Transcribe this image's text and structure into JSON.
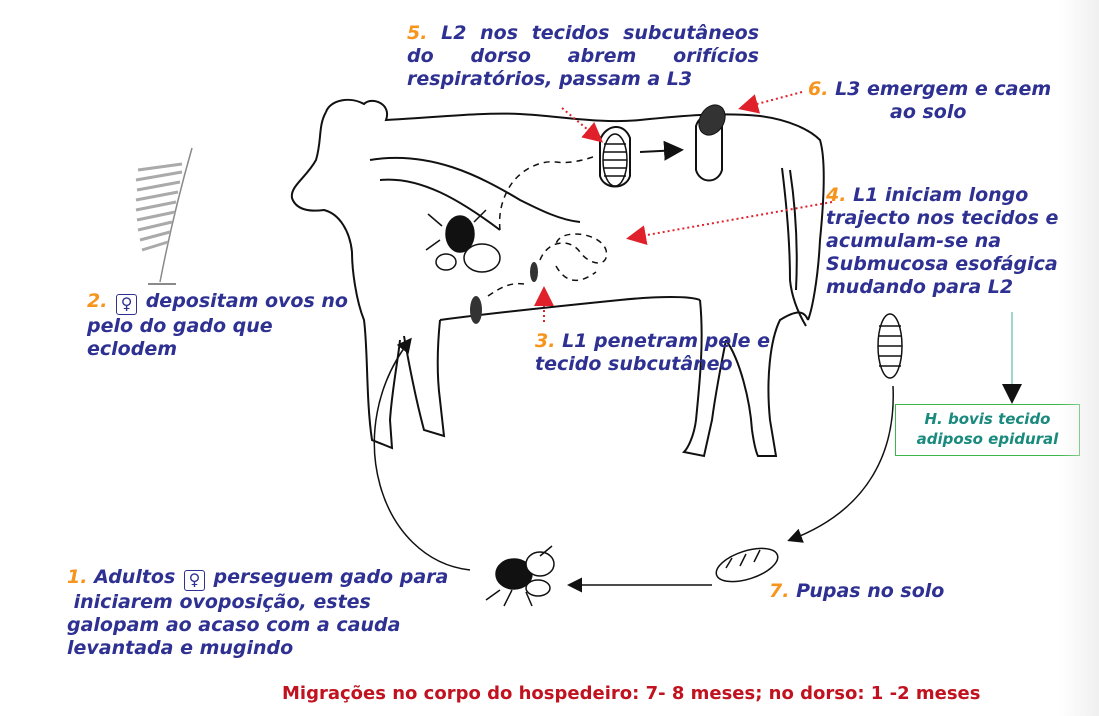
{
  "colors": {
    "label_text": "#2E3192",
    "step_number": "#F7941D",
    "footer_text": "#C1121F",
    "arrow_dotted": "#E0202A",
    "box_border": "#3CB54A",
    "box_text": "#1A8A7E",
    "drawing": "#111111"
  },
  "steps": {
    "s5": {
      "num": "5.",
      "line1": "L2 nos tecidos subcutâneos",
      "line2": "do dorso abrem orifícios",
      "line3": "respiratórios, passam a L3"
    },
    "s6": {
      "num": "6.",
      "line1": "L3 emergem e caem",
      "line2": "ao solo"
    },
    "s4": {
      "num": "4.",
      "line1": "L1 iniciam longo",
      "line2": "trajecto nos tecidos e",
      "line3": "acumulam-se na",
      "line4": "Submucosa esofágica",
      "line5": "mudando para L2"
    },
    "s2": {
      "num": "2.",
      "line1": "depositam ovos no",
      "line2": "pelo do gado que",
      "line3": "eclodem"
    },
    "s3": {
      "num": "3.",
      "line1": "L1 penetram pele e",
      "line2": "tecido subcutâneo"
    },
    "s7": {
      "num": "7.",
      "line1": "Pupas no solo"
    },
    "s1": {
      "num": "1.",
      "line1": "Adultos",
      "line1b": "perseguem gado para",
      "line2": "iniciarem ovoposição, estes",
      "line3": "galopam ao acaso com a cauda",
      "line4": "levantada e mugindo"
    }
  },
  "female_symbol": "♀",
  "hbovis_box": {
    "line1": "H. bovis tecido",
    "line2": "adiposo epidural"
  },
  "footer": "Migrações no corpo do hospedeiro: 7- 8 meses;  no dorso: 1 -2 meses",
  "icons": [
    "cow-outline-drawing",
    "adult-fly-icon",
    "egg-on-hair-icon",
    "larva-icon",
    "pupa-icon",
    "warble-cyst-icon"
  ]
}
